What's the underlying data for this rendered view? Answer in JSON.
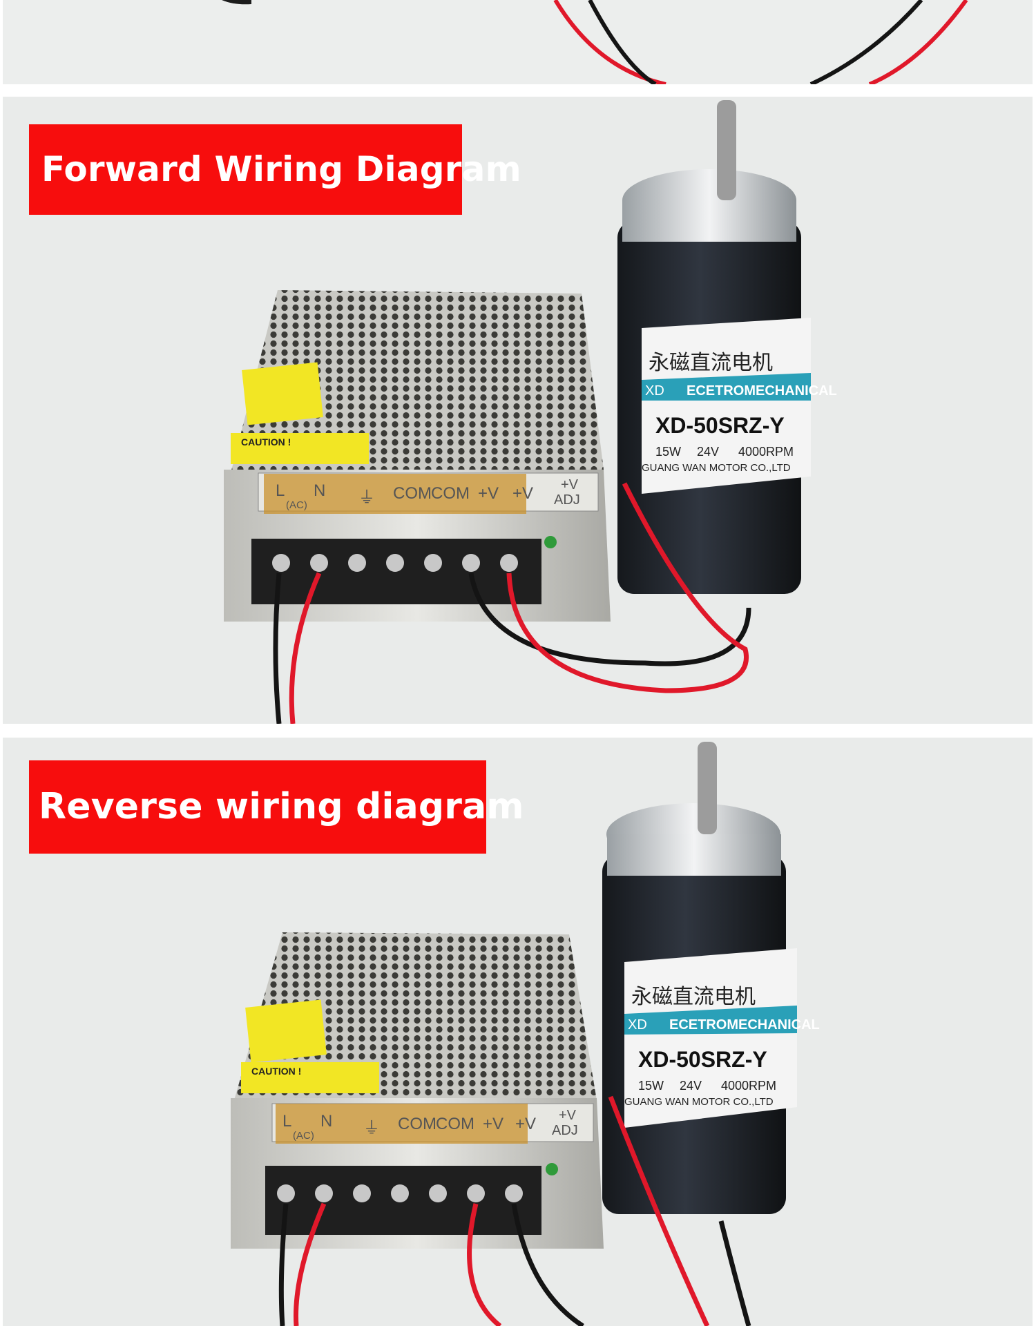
{
  "banners": {
    "forward": "Forward Wiring Diagram",
    "reverse": "Reverse wiring diagram"
  },
  "motor_label": {
    "chinese": "永磁直流电机",
    "brand": "XD",
    "series": "ECETROMECHANICAL",
    "model": "XD-50SRZ-Y",
    "power": "15W",
    "voltage": "24V",
    "speed": "4000RPM",
    "maker": "GUANG WAN MOTOR CO.,LTD"
  },
  "psu_label": {
    "caution": "CAUTION !",
    "terminals": [
      "L",
      "N",
      "(AC)",
      "⏚",
      "COM",
      "COM",
      "+V",
      "+V",
      "+V",
      "ADJ"
    ]
  },
  "colors": {
    "banner_red": "#f70d0d",
    "wire_red": "#e0182a",
    "wire_black": "#141414",
    "background": "#e9ebea"
  }
}
